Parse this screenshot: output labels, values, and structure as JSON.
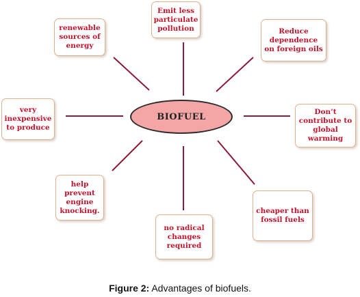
{
  "center": {
    "label": "BIOFUEL",
    "fill": "#f4a6a6"
  },
  "nodes": [
    {
      "text": "Emit less\nparticulate\npollution"
    },
    {
      "text": "Reduce\ndependence\non foreign oils"
    },
    {
      "text": "Don’t\ncontribute to\nglobal warming"
    },
    {
      "text": "cheaper than\nfossil fuels"
    },
    {
      "text": "no radical\nchanges\nrequired"
    },
    {
      "text": "help\nprevent\nengine\nknocking."
    },
    {
      "text": "very\ninexpensive\nto produce"
    },
    {
      "text": "renewable\nsources of\nenergy"
    }
  ],
  "colors": {
    "text": "#c2142c",
    "connector": "#8b1a3a",
    "border": "#e0b08c"
  },
  "caption": {
    "label": "Figure 2:",
    "text": "Advantages of biofuels."
  }
}
